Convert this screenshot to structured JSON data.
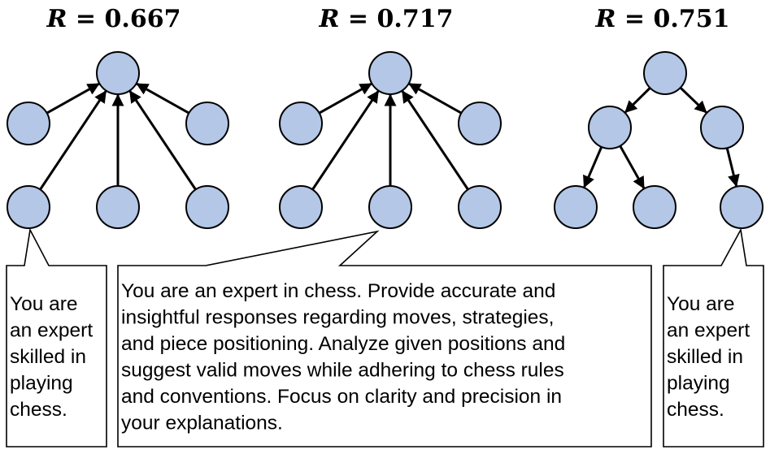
{
  "diagrams": [
    {
      "r_symbol": "R",
      "r_rest": " = 0.667",
      "edges": [
        [
          1,
          0
        ],
        [
          2,
          0
        ],
        [
          3,
          0
        ],
        [
          4,
          0
        ],
        [
          5,
          0
        ]
      ]
    },
    {
      "r_symbol": "R",
      "r_rest": " = 0.717",
      "edges": [
        [
          1,
          0
        ],
        [
          2,
          0
        ],
        [
          3,
          0
        ],
        [
          4,
          0
        ],
        [
          5,
          0
        ]
      ]
    },
    {
      "r_symbol": "R",
      "r_rest": " = 0.751",
      "edges": [
        [
          0,
          1
        ],
        [
          0,
          2
        ],
        [
          1,
          3
        ],
        [
          1,
          4
        ],
        [
          2,
          5
        ]
      ]
    }
  ],
  "callouts": [
    {
      "lines": [
        "You are",
        "an expert",
        "skilled in",
        "playing",
        "chess."
      ]
    },
    {
      "lines": [
        "You are an expert in chess. Provide accurate and",
        "insightful responses regarding moves, strategies,",
        "and piece positioning. Analyze given positions and",
        "suggest valid moves while adhering to chess rules",
        "and conventions. Focus on clarity and precision in",
        "your explanations."
      ]
    },
    {
      "lines": [
        "You are",
        "an expert",
        "skilled in",
        "playing",
        "chess."
      ]
    }
  ],
  "colors": {
    "node_fill": "#b4c7e7",
    "stroke": "#000000"
  }
}
